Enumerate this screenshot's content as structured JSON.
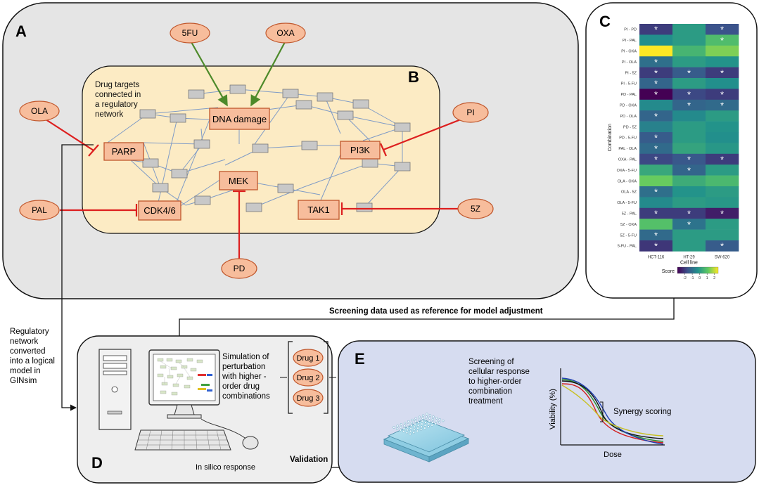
{
  "panels": {
    "a": {
      "letter": "A"
    },
    "b": {
      "letter": "B",
      "description_lines": [
        "Drug targets",
        "connected in",
        "a regulatory",
        "network"
      ]
    },
    "c": {
      "letter": "C"
    },
    "d": {
      "letter": "D"
    },
    "e": {
      "letter": "E"
    }
  },
  "drugs": {
    "fu": "5FU",
    "oxa": "OXA",
    "ola": "OLA",
    "pi": "PI",
    "pal": "PAL",
    "fivez": "5Z",
    "pd": "PD"
  },
  "targets": {
    "dna_damage": "DNA damage",
    "parp": "PARP",
    "pi3k": "PI3K",
    "mek": "MEK",
    "cdk46": "CDK4/6",
    "tak1": "TAK1"
  },
  "annotations": {
    "regulatory_lines": [
      "Regulatory",
      "network",
      "converted",
      "into a logical",
      "model in",
      "GINsim"
    ],
    "screening_ref": "Screening data used as reference for model adjustment",
    "simulation_lines": [
      "Simulation of",
      "perturbation",
      "with higher  -",
      "order drug",
      "combinations"
    ],
    "in_silico": "In silico response",
    "validation": "Validation",
    "screening_lines": [
      "Screening of",
      "cellular response",
      "to higher-order",
      "combination",
      "treatment"
    ],
    "synergy": "Synergy scoring",
    "drug_list": [
      "Drug 1",
      "Drug 2",
      "Drug 3"
    ]
  },
  "curve_plot": {
    "xlabel": "Dose",
    "ylabel": "Viability (%)"
  },
  "colors": {
    "outer_panel": "#e5e5e5",
    "inner_panel": "#fcebc4",
    "drug_fill": "#f7bd9c",
    "target_fill": "#f7bd9c",
    "inhibit": "#dd1f1f",
    "activate": "#4d8a2a",
    "edge": "#7f9bc6",
    "node": "#c8c8c8",
    "panel_d": "#eeeeee",
    "panel_e": "#d6dcf0"
  },
  "chart_data": {
    "type": "heatmap",
    "xlabel": "Cell line",
    "ylabel": "Combination",
    "x_categories": [
      "HCT-116",
      "HT-29",
      "SW-620"
    ],
    "y_categories": [
      "PI - PD",
      "PI - PAL",
      "PI - OXA",
      "PI - OLA",
      "PI - 5Z",
      "PI - 5-FU",
      "PD - PAL",
      "PD - OXA",
      "PD - OLA",
      "PD - 5Z",
      "PD - 5-FU",
      "PAL - OLA",
      "OXA - PAL",
      "OXA - 5-FU",
      "OLA - OXA",
      "OLA - 5Z",
      "OLA - 5-FU",
      "5Z - PAL",
      "5Z - OXA",
      "5Z - 5-FU",
      "5-FU - PAL"
    ],
    "values": [
      [
        -2.0,
        0.0,
        -1.6
      ],
      [
        -0.3,
        0.0,
        0.8
      ],
      [
        2.5,
        0.6,
        1.4
      ],
      [
        -1.0,
        0.0,
        -0.2
      ],
      [
        -2.0,
        -1.4,
        -2.0
      ],
      [
        -1.2,
        0.0,
        -0.3
      ],
      [
        -3.0,
        -1.8,
        -2.0
      ],
      [
        -0.4,
        -1.2,
        -1.1
      ],
      [
        -1.2,
        -0.4,
        0.0
      ],
      [
        -0.6,
        0.0,
        -0.2
      ],
      [
        -1.4,
        0.0,
        -0.3
      ],
      [
        -1.1,
        0.2,
        -0.1
      ],
      [
        -1.8,
        -1.5,
        -2.0
      ],
      [
        0.3,
        -1.2,
        0.0
      ],
      [
        1.2,
        0.4,
        0.7
      ],
      [
        -1.0,
        -0.2,
        0.0
      ],
      [
        -0.4,
        0.0,
        -0.1
      ],
      [
        -2.0,
        -2.0,
        -2.5
      ],
      [
        0.9,
        -0.9,
        0.0
      ],
      [
        -1.1,
        0.0,
        0.0
      ],
      [
        -2.1,
        0.0,
        -1.4
      ]
    ],
    "significant": [
      [
        1,
        0,
        1
      ],
      [
        0,
        0,
        1
      ],
      [
        0,
        0,
        0
      ],
      [
        1,
        0,
        0
      ],
      [
        1,
        1,
        1
      ],
      [
        1,
        0,
        0
      ],
      [
        1,
        1,
        1
      ],
      [
        0,
        1,
        1
      ],
      [
        1,
        0,
        0
      ],
      [
        0,
        0,
        0
      ],
      [
        1,
        0,
        0
      ],
      [
        1,
        0,
        0
      ],
      [
        1,
        1,
        1
      ],
      [
        0,
        1,
        0
      ],
      [
        0,
        0,
        0
      ],
      [
        1,
        0,
        0
      ],
      [
        0,
        0,
        0
      ],
      [
        1,
        1,
        1
      ],
      [
        0,
        1,
        0
      ],
      [
        1,
        0,
        0
      ],
      [
        1,
        0,
        1
      ]
    ],
    "legend": {
      "title": "Score",
      "ticks": [
        "-2",
        "-1",
        "0",
        "1",
        "2"
      ],
      "range": [
        -3,
        2.5
      ]
    }
  }
}
